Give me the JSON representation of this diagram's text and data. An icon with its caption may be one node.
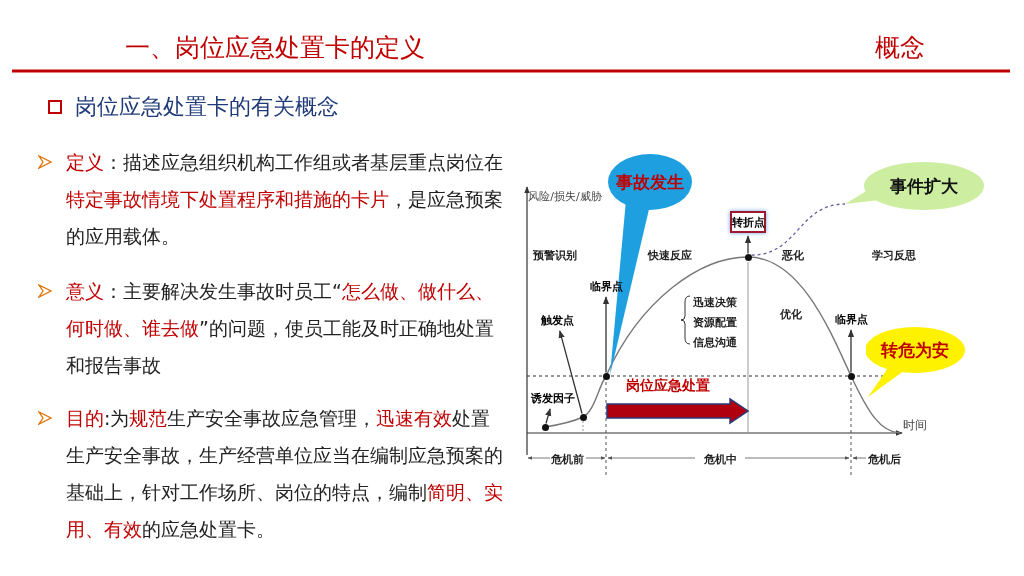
{
  "diagram": {
    "title": "一、岗位应急处置卡的定义",
    "nodes": [
      {
        "text": [
          "事故发生"
        ]
      },
      {
        "text": [
          "事件扩大"
        ]
      },
      {
        "text": [
          "转折点"
        ]
      },
      {
        "text": [
          "临界点"
        ]
      },
      {
        "text": [
          "触发点"
        ]
      },
      {
        "text": [
          "诱发因子"
        ]
      },
      {
        "text": [
          "临界点"
        ]
      },
      {
        "text": [
          "转危为安"
        ]
      },
      {
        "text": [],
        "shape": "circle"
      },
      {
        "text": [],
        "shape": "circle"
      },
      {
        "text": [],
        "shape": "circle"
      },
      {
        "text": [],
        "shape": "circle"
      },
      {
        "text": [],
        "shape": "circle"
      }
    ],
    "edges": [
      {
        "from": 8,
        "to": 2,
        "arrow": "to"
      },
      {
        "from": 8,
        "to": 1,
        "arrow": "none",
        "style": "dashed",
        "color": "#6a5a9c"
      },
      {
        "from": 9,
        "to": 3,
        "arrow": "to"
      },
      {
        "from": 10,
        "to": 4,
        "arrow": "to"
      },
      {
        "from": 11,
        "to": 5,
        "arrow": "to"
      },
      {
        "from": 12,
        "to": 6,
        "arrow": "to"
      }
    ],
    "labels": [
      "概念",
      "岗位应急处置卡的有关概念",
      "*定义*：描述应急组织机构工作组或者基层重点岗位在**特定事故情境下处置程序和措施的卡片**，是应急预案的应用载体。",
      "*意义*：主要解决发生事故时员工“*怎么做、做什么、何时做、谁去做*”的问题，使员工能及时正确地处置和报告事故",
      "*目的*:为**规范**生产安全事故应急管理，**迅速有效**处置生产安全事故，生产经营单位应当在编制应急预案的基础上，针对工作场所、岗位的特点，编制**简明、实用、有效**的应急处置卡。",
      "风险/损失/威胁",
      "预警识别",
      "快速反应",
      "恶化",
      "学习反思",
      "迅速决策",
      "资源配置",
      "信息沟通",
      "优化",
      "岗位应急处置",
      "时间",
      "危机前",
      "危机中",
      "危机后"
    ]
  }
}
